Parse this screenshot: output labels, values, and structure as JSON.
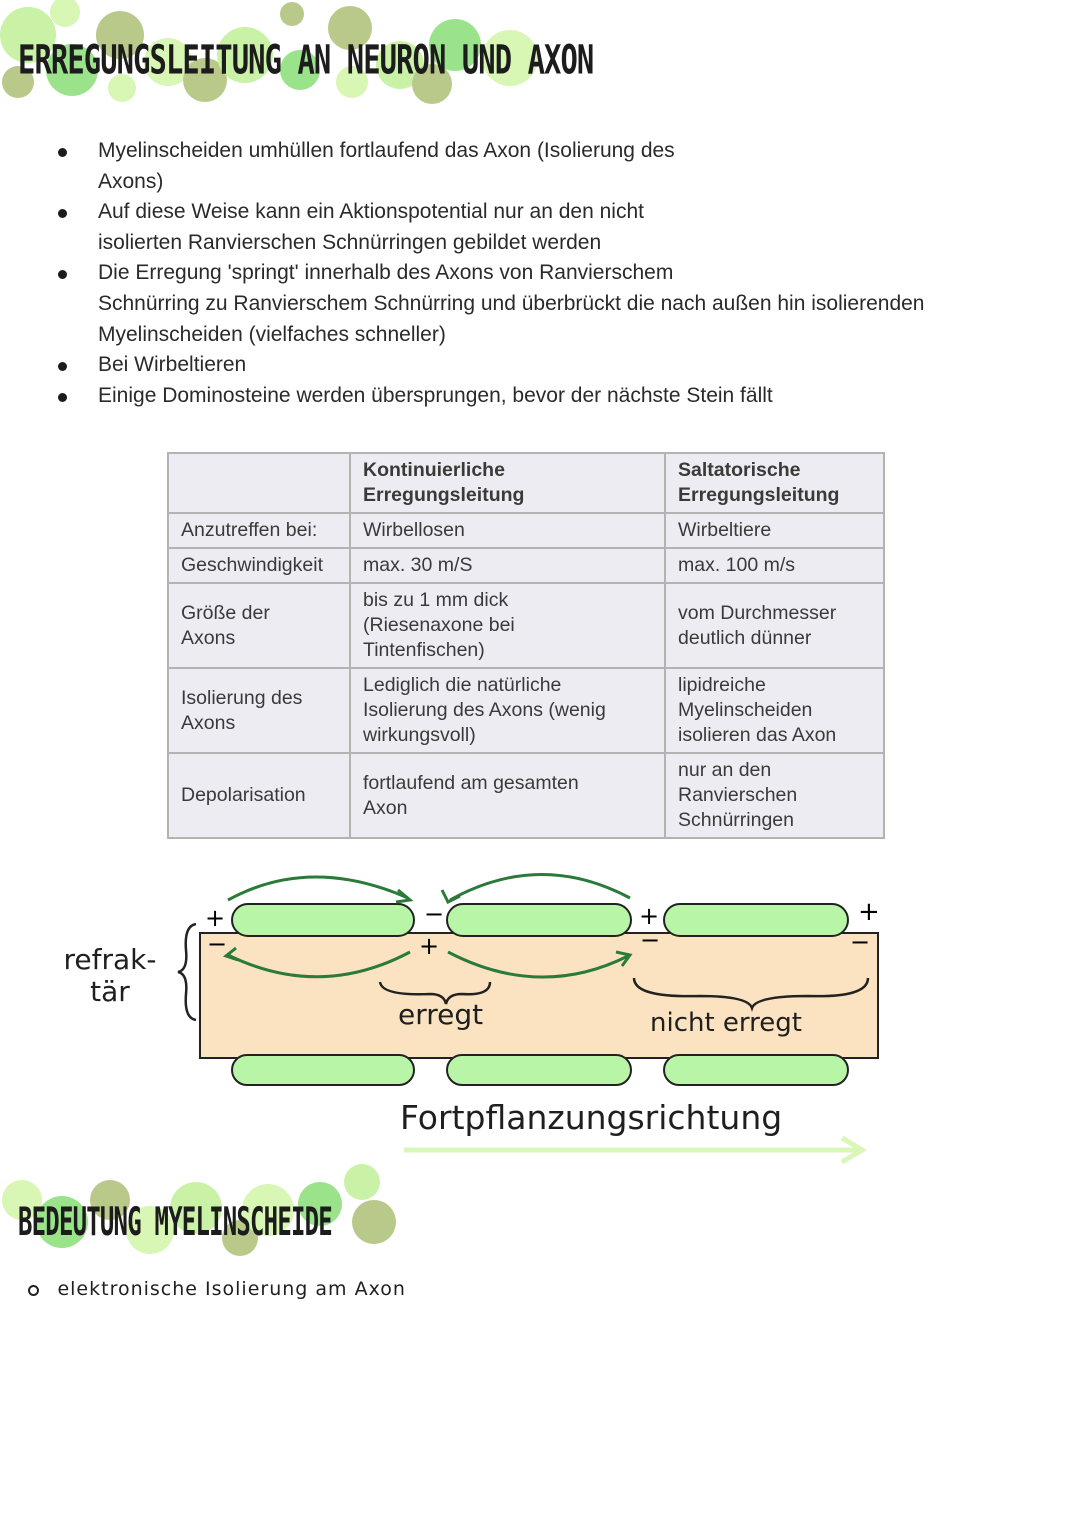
{
  "section1": {
    "title": "ERREGUNGSLEITUNG AN NEURON UND AXON",
    "bullets": [
      "Myelinscheiden umhüllen fortlaufend das Axon (Isolierung des\nAxons)",
      "Auf diese Weise kann ein Aktionspotential nur an den nicht\nisolierten Ranvierschen Schnürringen gebildet werden",
      "Die Erregung 'springt' innerhalb des Axons von Ranvierschem\nSchnürring zu Ranvierschem Schnürring und überbrückt die nach außen hin isolierenden\nMyelinscheiden (vielfaches schneller)",
      "Bei Wirbeltieren",
      "Einige Dominosteine werden übersprungen, bevor der nächste Stein fällt"
    ]
  },
  "table": {
    "header": [
      "",
      "Kontinuierliche\nErregungsleitung",
      "Saltatorische\nErregungsleitung"
    ],
    "rows": [
      [
        "Anzutreffen bei:",
        "Wirbellosen",
        "Wirbeltiere"
      ],
      [
        "Geschwindigkeit",
        "max. 30 m/S",
        "max. 100 m/s"
      ],
      [
        "Größe der\nAxons",
        "bis zu 1 mm dick\n(Riesenaxone bei\nTintenfischen)",
        "vom Durchmesser\ndeutlich dünner"
      ],
      [
        "Isolierung des\nAxons",
        "Lediglich die natürliche\nIsolierung des Axons (wenig\nwirkungsvoll)",
        "lipidreiche\nMyelinscheiden\nisolieren das Axon"
      ],
      [
        "Depolarisation",
        "fortlaufend am gesamten\nAxon",
        "nur an den\nRanvierschen\nSchnürringen"
      ]
    ]
  },
  "diagram": {
    "refractory_label": "refrak-\ntär",
    "excited_label": "erregt",
    "not_excited_label": "nicht erregt",
    "direction_label": "Fortpflanzungsrichtung",
    "plus": "+",
    "minus": "−",
    "colors": {
      "axon_fill": "#fbe3c2",
      "myelin_fill": "#b8f5a6",
      "arrow": "#2a7a3a",
      "direction_arrow": "#d9f7b8"
    }
  },
  "section2": {
    "title": "BEDEUTUNG MYELINSCHEIDE",
    "bullets": [
      "elektronische Isolierung am Axon"
    ]
  },
  "colors": {
    "dot_green_light": "#c9f2a6",
    "dot_green": "#8ee07a",
    "dot_olive": "#b9c98a"
  }
}
